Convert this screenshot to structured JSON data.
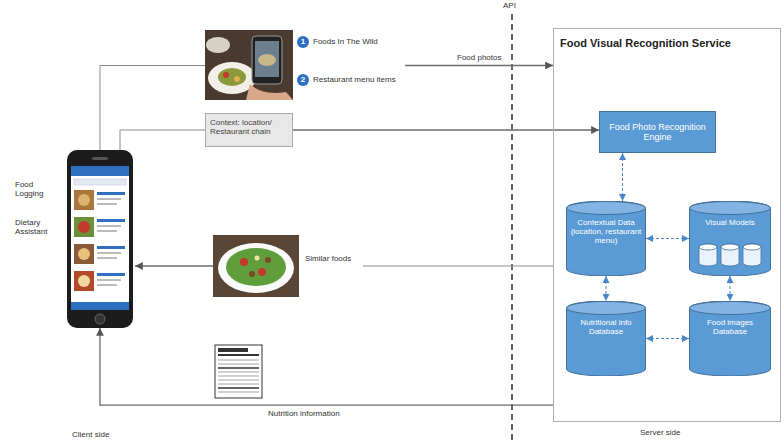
{
  "diagram": {
    "nodes": [
      {
        "text": [
          "Food Logging",
          "Dietary Assistant"
        ]
      },
      {
        "text": [
          "1",
          "Foods In The Wild",
          "2",
          "Restaurant menu items"
        ]
      },
      {
        "text": [
          "Context: location/ Restaurant chain"
        ]
      },
      {
        "text": [
          "Similar foods"
        ]
      },
      {
        "text": [
          "Food Visual Recognition Service"
        ]
      },
      {
        "text": [
          "Food Photo Recognition Engine"
        ],
        "in": 4
      },
      {
        "text": [
          "Contextual Data (location, restaurant menu)"
        ],
        "in": 4
      },
      {
        "text": [
          "Visual Models"
        ],
        "in": 4
      },
      {
        "text": [
          "Nutritional info Database"
        ],
        "in": 4
      },
      {
        "text": [
          "Food images Database"
        ],
        "in": 4
      }
    ],
    "edges": [
      {
        "from": 0,
        "to": 1,
        "arrow": "none"
      },
      {
        "from": 0,
        "to": 2,
        "arrow": "none"
      },
      {
        "from": 1,
        "to": 4,
        "label": "Food photos",
        "arrow": "to"
      },
      {
        "from": 2,
        "to": 5,
        "arrow": "to"
      },
      {
        "from": 5,
        "to": 6,
        "arrow": "both"
      },
      {
        "from": 6,
        "to": 7,
        "arrow": "both"
      },
      {
        "from": 6,
        "to": 8,
        "arrow": "both"
      },
      {
        "from": 7,
        "to": 9,
        "arrow": "both"
      },
      {
        "from": 8,
        "to": 9,
        "arrow": "both"
      },
      {
        "from": 4,
        "to": 3,
        "arrow": "none"
      },
      {
        "from": 3,
        "to": 0,
        "arrow": "to"
      },
      {
        "from": 4,
        "to": 0,
        "label": "Nutrition information",
        "arrow": "to"
      }
    ],
    "labels": [
      "API",
      "Client side",
      "Server side"
    ]
  }
}
